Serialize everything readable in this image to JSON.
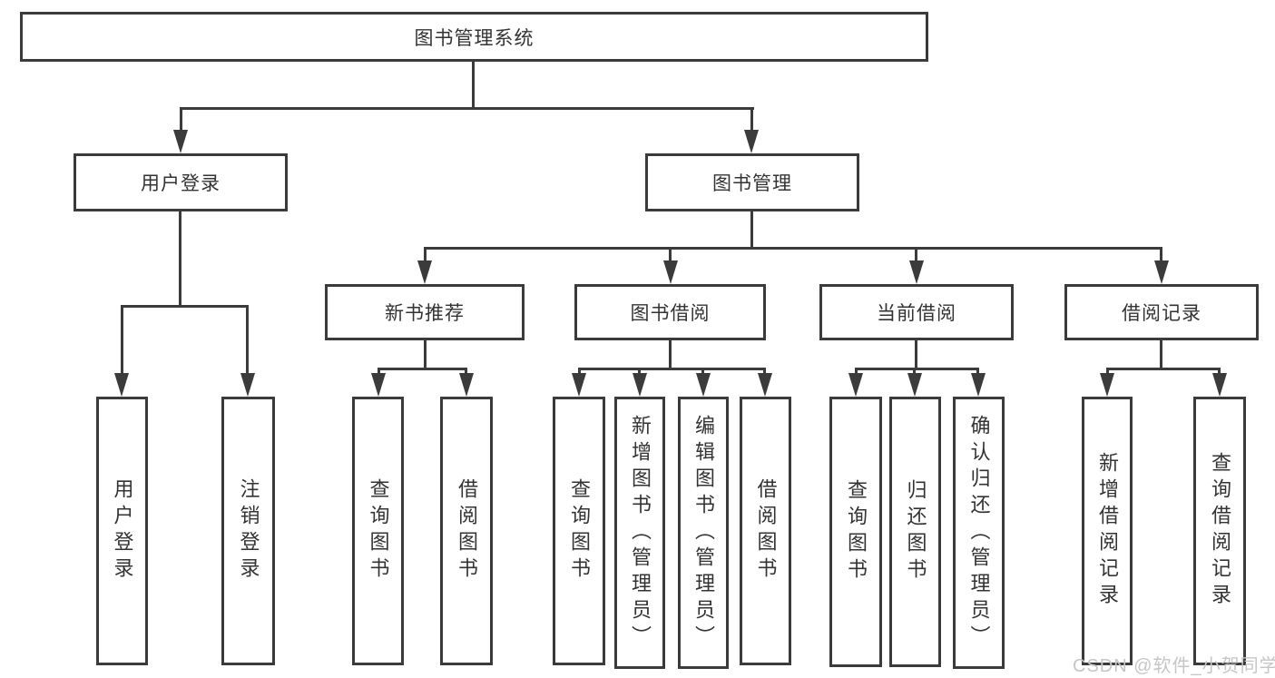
{
  "diagram": {
    "title_node": "图书管理系统",
    "nodes": {
      "root": "图书管理系统",
      "user_login": "用户登录",
      "book_mgmt": "图书管理",
      "new_book_rec": "新书推荐",
      "book_borrow": "图书借阅",
      "current_borrow": "当前借阅",
      "borrow_records": "借阅记录",
      "leaf_user_login": "用户登录",
      "leaf_logout": "注销登录",
      "leaf_rec_query": "查询图书",
      "leaf_rec_borrow": "借阅图书",
      "leaf_bb_query": "查询图书",
      "leaf_bb_add": "新增图书（管理员）",
      "leaf_bb_edit": "编辑图书（管理员）",
      "leaf_bb_borrow": "借阅图书",
      "leaf_cb_query": "查询图书",
      "leaf_cb_return": "归还图书",
      "leaf_cb_confirm": "确认归还（管理员）",
      "leaf_br_add": "新增借阅记录",
      "leaf_br_query": "查询借阅记录"
    },
    "watermark": "CSDN @软件_小贺同学",
    "colors": {
      "line": "#3b3b3b",
      "text": "#333333",
      "watermark": "#c6c6c6",
      "background": "#ffffff"
    }
  }
}
